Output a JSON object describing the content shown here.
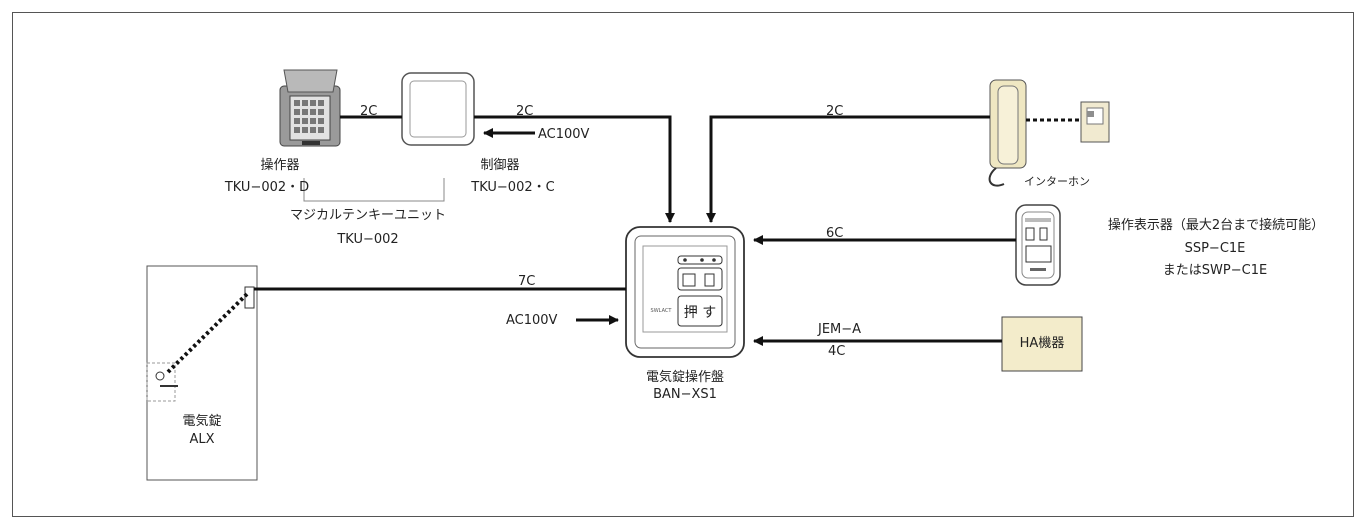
{
  "devices": {
    "operator": {
      "name": "操作器",
      "model": "TKU−002・D"
    },
    "controller": {
      "name": "制御器",
      "model": "TKU−002・C"
    },
    "unit": {
      "name": "マジカルテンキーユニット",
      "model": "TKU−002"
    },
    "intercom": {
      "name": "インターホン"
    },
    "display": {
      "name": "操作表示器（最大2台まで接続可能）",
      "model1": "SSP−C1E",
      "model2": "またはSWP−C1E"
    },
    "panel": {
      "name": "電気錠操作盤",
      "model": "BAN−XS1",
      "button_text": "押 す",
      "small_text": "SWLACT"
    },
    "ha": {
      "name": "HA機器"
    },
    "lock": {
      "name": "電気錠",
      "model": "ALX"
    }
  },
  "wires": {
    "w_op_ctrl": "2C",
    "w_ctrl_panel": "2C",
    "w_intercom_panel": "2C",
    "w_display_panel": "6C",
    "w_lock_panel": "7C",
    "w_ha_type": "JEM−A",
    "w_ha_panel": "4C",
    "ac_ctrl": "AC100V",
    "ac_panel": "AC100V"
  }
}
